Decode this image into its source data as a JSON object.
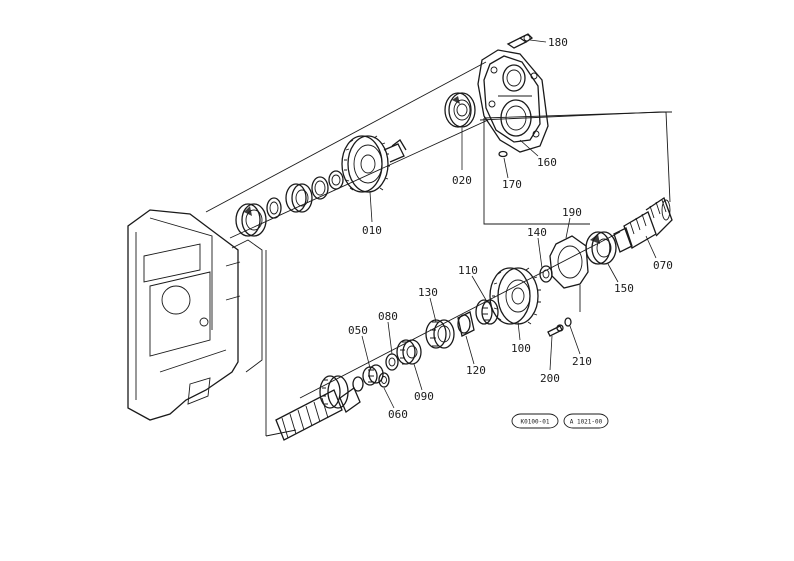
{
  "parts": [
    {
      "id": "p180",
      "label": "180"
    },
    {
      "id": "p160",
      "label": "160"
    },
    {
      "id": "p170",
      "label": "170"
    },
    {
      "id": "p020",
      "label": "020"
    },
    {
      "id": "p010",
      "label": "010"
    },
    {
      "id": "p190",
      "label": "190"
    },
    {
      "id": "p140",
      "label": "140"
    },
    {
      "id": "p070",
      "label": "070"
    },
    {
      "id": "p150",
      "label": "150"
    },
    {
      "id": "p110",
      "label": "110"
    },
    {
      "id": "p130",
      "label": "130"
    },
    {
      "id": "p080",
      "label": "080"
    },
    {
      "id": "p050",
      "label": "050"
    },
    {
      "id": "p100",
      "label": "100"
    },
    {
      "id": "p210",
      "label": "210"
    },
    {
      "id": "p120",
      "label": "120"
    },
    {
      "id": "p090",
      "label": "090"
    },
    {
      "id": "p200",
      "label": "200"
    },
    {
      "id": "p060",
      "label": "060"
    }
  ],
  "stamps": [
    "K0100-01",
    "A 1021-00"
  ]
}
